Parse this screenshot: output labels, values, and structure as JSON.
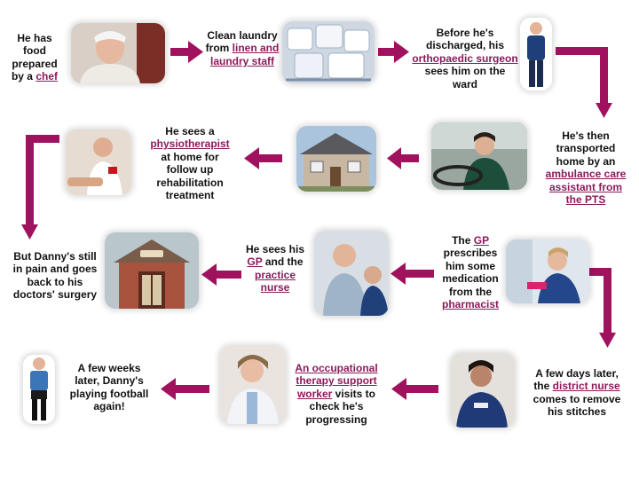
{
  "accent_color": "#A0125E",
  "link_color": "#8B1A5B",
  "steps": {
    "chef": {
      "t1": "He has food prepared by a ",
      "link": "chef",
      "icon": "chef-photo-icon"
    },
    "laundry": {
      "t1": "Clean laundry from ",
      "link": "linen and laundry staff",
      "icon": "laundry-photo-icon"
    },
    "ortho": {
      "t1": "Before he's discharged, his ",
      "link": "orthopaedic surgeon",
      "t2": " sees him on the ward",
      "icon": "surgeon-photo-icon"
    },
    "pts": {
      "t1": "He's then transported home by an ",
      "link": "ambulance care assistant from the PTS",
      "icon": "driver-photo-icon"
    },
    "physio": {
      "t1": "He sees a ",
      "link": "physiotherapist",
      "t2": " at home for follow up rehabilitation treatment",
      "icon": "physiotherapist-photo-icon"
    },
    "house": {
      "icon": "house-photo-icon"
    },
    "pain": {
      "t1": "But Danny's still in pain and goes back to his doctors' surgery",
      "icon": "surgery-building-photo-icon"
    },
    "gp": {
      "t1": "He sees his ",
      "link": "GP",
      "t2": " and the ",
      "link2": "practice nurse",
      "icon": "gp-nurse-photo-icon"
    },
    "pharm": {
      "t1": "The ",
      "link": "GP",
      "t2": " prescribes him some medication from the ",
      "link2": "pharmacist",
      "icon": "pharmacist-photo-icon"
    },
    "district": {
      "t1": "A few days later, the ",
      "link": "district nurse",
      "t2": " comes to remove his stitches",
      "icon": "district-nurse-photo-icon"
    },
    "ot": {
      "link": "An occupational therapy support worker",
      "t2": " visits to check he's progressing",
      "icon": "ot-worker-photo-icon"
    },
    "football": {
      "t1": "A few weeks later, Danny's playing football again!",
      "icon": "footballer-photo-icon"
    }
  }
}
